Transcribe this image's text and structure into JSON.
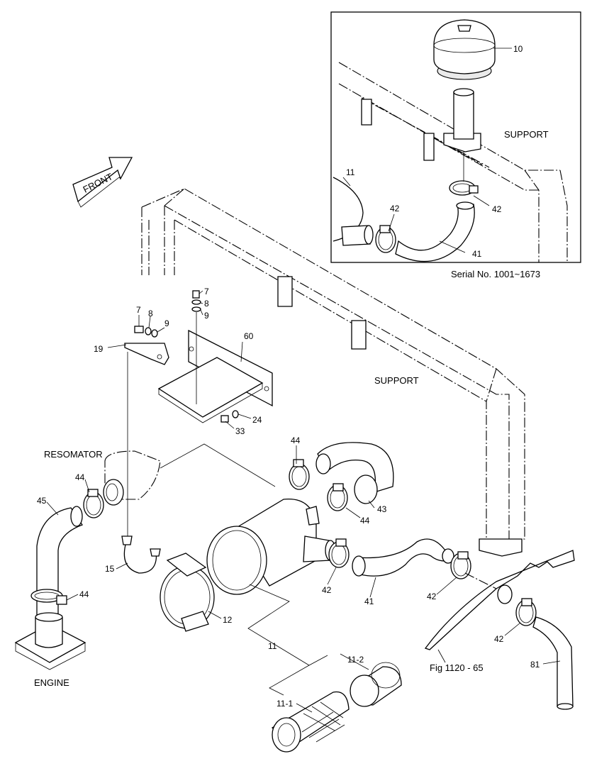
{
  "labels": {
    "front": "FRONT",
    "support_main": "SUPPORT",
    "support_inset": "SUPPORT",
    "resomator": "RESOMATOR",
    "engine": "ENGINE",
    "serial": "Serial No. 1001~1673",
    "fig_ref": "Fig 1120 - 65"
  },
  "parts": {
    "p10": "10",
    "p11_inset": "11",
    "p42_inset_a": "42",
    "p42_inset_b": "42",
    "p41_inset": "41",
    "p7_a": "7",
    "p8_a": "8",
    "p9_a": "9",
    "p7_b": "7",
    "p8_b": "8",
    "p9_b": "9",
    "p19": "19",
    "p60": "60",
    "p24": "24",
    "p33": "33",
    "p44_a": "44",
    "p44_b": "44",
    "p44_c": "44",
    "p44_d": "44",
    "p43": "43",
    "p45": "45",
    "p15": "15",
    "p12": "12",
    "p42_a": "42",
    "p41": "41",
    "p42_b": "42",
    "p42_c": "42",
    "p81": "81",
    "p11": "11",
    "p11_2": "11-2",
    "p11_1": "11-1"
  }
}
